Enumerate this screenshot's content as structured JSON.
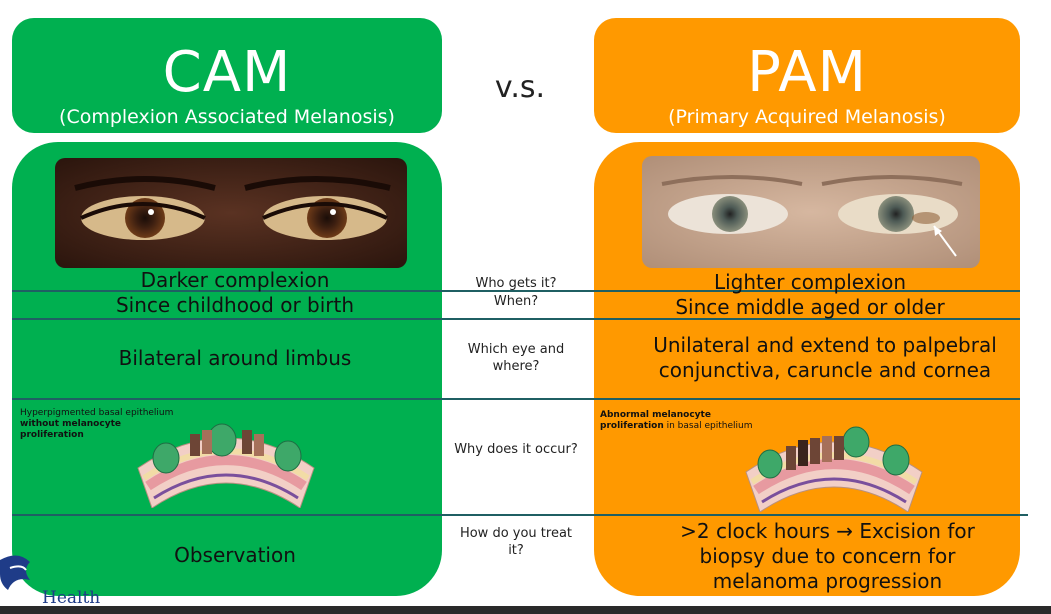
{
  "left": {
    "title": "CAM",
    "subtitle": "(Complexion Associated Melanosis)",
    "who": "Darker complexion",
    "when": "Since childhood or birth",
    "where": "Bilateral around limbus",
    "why_note_plain": "Hyperpigmented basal epithelium ",
    "why_note_bold": "without melanocyte proliferation",
    "treat": "Observation"
  },
  "vs": "v.s.",
  "right": {
    "title": "PAM",
    "subtitle": "(Primary Acquired Melanosis)",
    "who": "Lighter complexion",
    "when": "Since middle aged or older",
    "where": "Unilateral and extend to palpebral conjunctiva, caruncle and cornea",
    "why_note_bold": "Abnormal melanocyte proliferation",
    "why_note_plain": " in basal epithelium",
    "treat": ">2 clock hours → Excision for biopsy due to concern for melanoma progression"
  },
  "middle": {
    "who": "Who gets it?",
    "when": "When?",
    "where": "Which eye and where?",
    "why": "Why does it occur?",
    "treat": "How do you treat it?"
  },
  "logo_text": "Health",
  "colors": {
    "cam": "#00b050",
    "pam": "#ff9900",
    "rule": "#1f5f63"
  },
  "icons": [
    "dragon-logo-icon",
    "eye-photo-dark",
    "eye-photo-light",
    "epithelium-diagram"
  ]
}
